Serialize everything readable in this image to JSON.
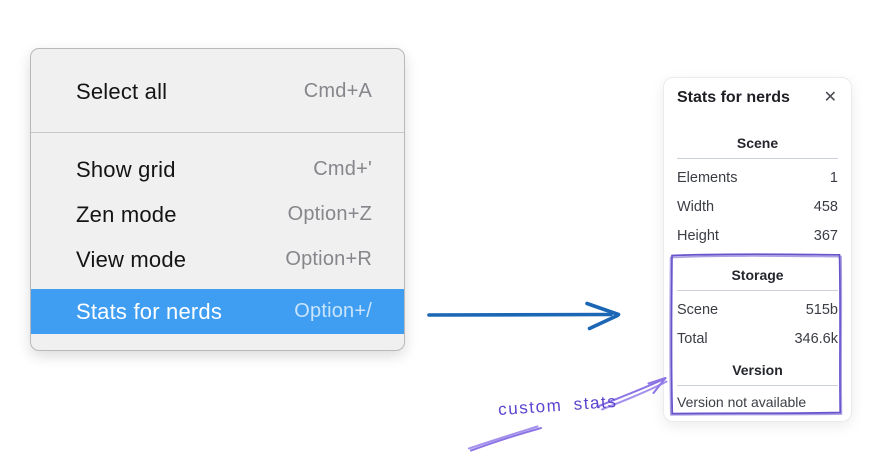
{
  "context_menu": {
    "items": [
      {
        "label": "Select all",
        "shortcut": "Cmd+A"
      },
      {
        "label": "Show grid",
        "shortcut": "Cmd+'"
      },
      {
        "label": "Zen mode",
        "shortcut": "Option+Z"
      },
      {
        "label": "View mode",
        "shortcut": "Option+R"
      },
      {
        "label": "Stats for nerds",
        "shortcut": "Option+/"
      }
    ],
    "highlighted_item": "Stats for nerds"
  },
  "stats_panel": {
    "title": "Stats for nerds",
    "close_icon": "✕",
    "sections": [
      {
        "header": "Scene",
        "rows": [
          {
            "label": "Elements",
            "value": "1"
          },
          {
            "label": "Width",
            "value": "458"
          },
          {
            "label": "Height",
            "value": "367"
          }
        ]
      },
      {
        "header": "Storage",
        "rows": [
          {
            "label": "Scene",
            "value": "515b"
          },
          {
            "label": "Total",
            "value": "346.6k"
          }
        ]
      },
      {
        "header": "Version",
        "message": "Version not available"
      }
    ]
  },
  "annotation": {
    "label": "custom stats"
  },
  "colors": {
    "menu_highlight": "#3f9ef2",
    "menu_background": "#f0f0f1",
    "blue_arrow": "#1b67b5",
    "annotation_text_purple": "#5b43cf",
    "annotation_stroke_purple": "#8d75e6",
    "annotation_box_purple": "#6a54cc"
  }
}
